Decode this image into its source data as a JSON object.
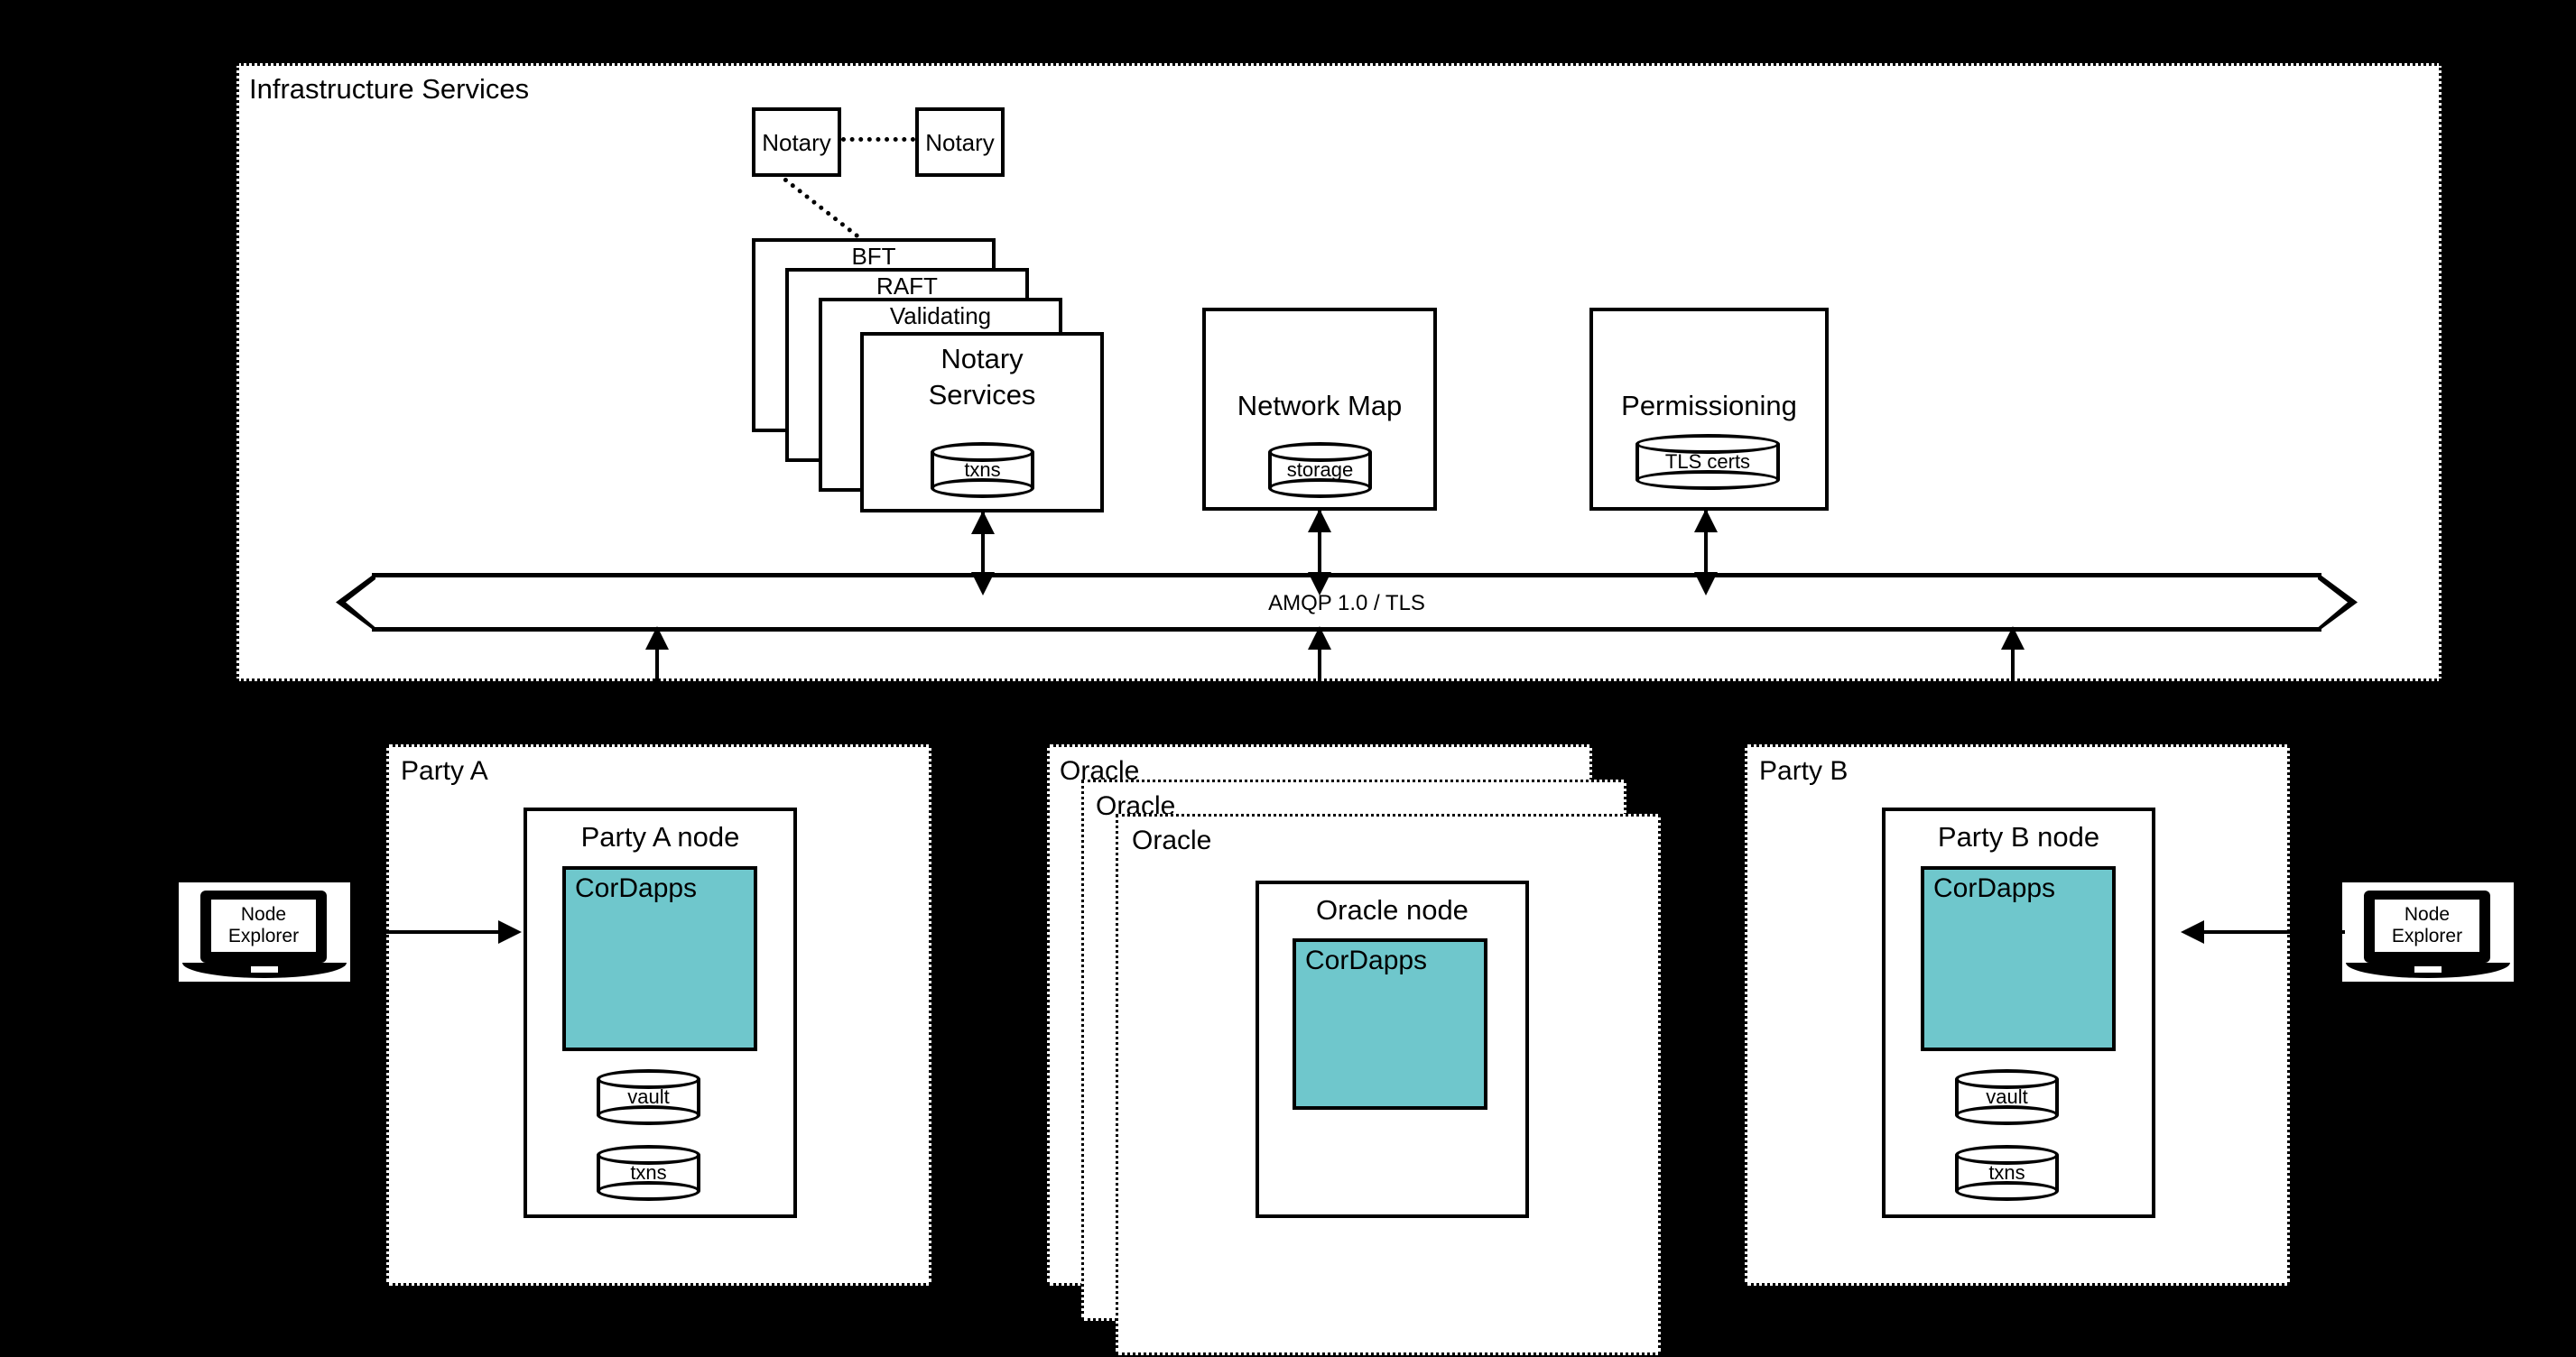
{
  "colors": {
    "cordapps_fill": "#6FC7CC",
    "stroke": "#000000",
    "panel_fill": "#FFFFFF",
    "background": "#000000"
  },
  "infrastructure": {
    "title": "Infrastructure Services",
    "notary_peers": [
      {
        "label": "Notary"
      },
      {
        "label": "Notary"
      }
    ],
    "notary_stack": [
      {
        "label": "BFT"
      },
      {
        "label": "RAFT"
      },
      {
        "label": "Validating"
      },
      {
        "label": "Notary",
        "label2": "Services",
        "store": "txns"
      }
    ],
    "services": [
      {
        "title": "Network Map",
        "store": "storage"
      },
      {
        "title": "Permissioning",
        "store": "TLS certs"
      }
    ],
    "bus": {
      "label": "AMQP 1.0 / TLS"
    }
  },
  "party_a": {
    "title": "Party A",
    "node": {
      "title": "Party A node",
      "cordapps": "CorDapps",
      "stores": [
        "vault",
        "txns"
      ]
    },
    "explorer": {
      "line1": "Node",
      "line2": "Explorer"
    }
  },
  "oracle": {
    "stack_labels": [
      "Oracle",
      "Oracle",
      "Oracle"
    ],
    "node": {
      "title": "Oracle node",
      "cordapps": "CorDapps"
    }
  },
  "party_b": {
    "title": "Party B",
    "node": {
      "title": "Party B node",
      "cordapps": "CorDapps",
      "stores": [
        "vault",
        "txns"
      ]
    },
    "explorer": {
      "line1": "Node",
      "line2": "Explorer"
    }
  }
}
